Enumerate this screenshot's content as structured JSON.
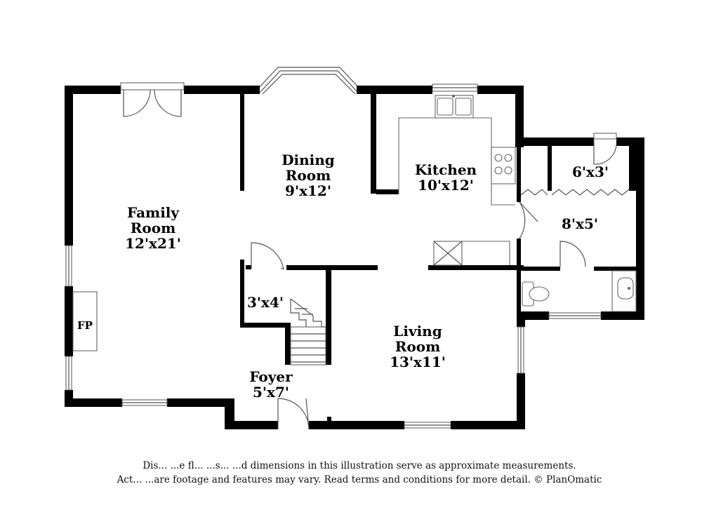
{
  "rooms": {
    "family": {
      "name_line1": "Family",
      "name_line2": "Room",
      "size": "12'x21'"
    },
    "dining": {
      "name_line1": "Dining",
      "name_line2": "Room",
      "size": "9'x12'"
    },
    "kitchen": {
      "name": "Kitchen",
      "size": "10'x12'"
    },
    "closet_top": {
      "size": "6'x3'"
    },
    "laundry": {
      "size": "8'x5'"
    },
    "closet_stair": {
      "size": "3'x4'"
    },
    "living": {
      "name_line1": "Living",
      "name_line2": "Room",
      "size": "13'x11'"
    },
    "foyer": {
      "name": "Foyer",
      "size": "5'x7'"
    }
  },
  "fireplace_label": "FP",
  "disclaimer": {
    "line1": "Dis... ...e fl... ...s... ...d dimensions in this illustration serve as approximate measurements.",
    "line2": "Act... ...are footage and features may vary. Read terms and conditions for more detail. © PlanOmatic"
  }
}
